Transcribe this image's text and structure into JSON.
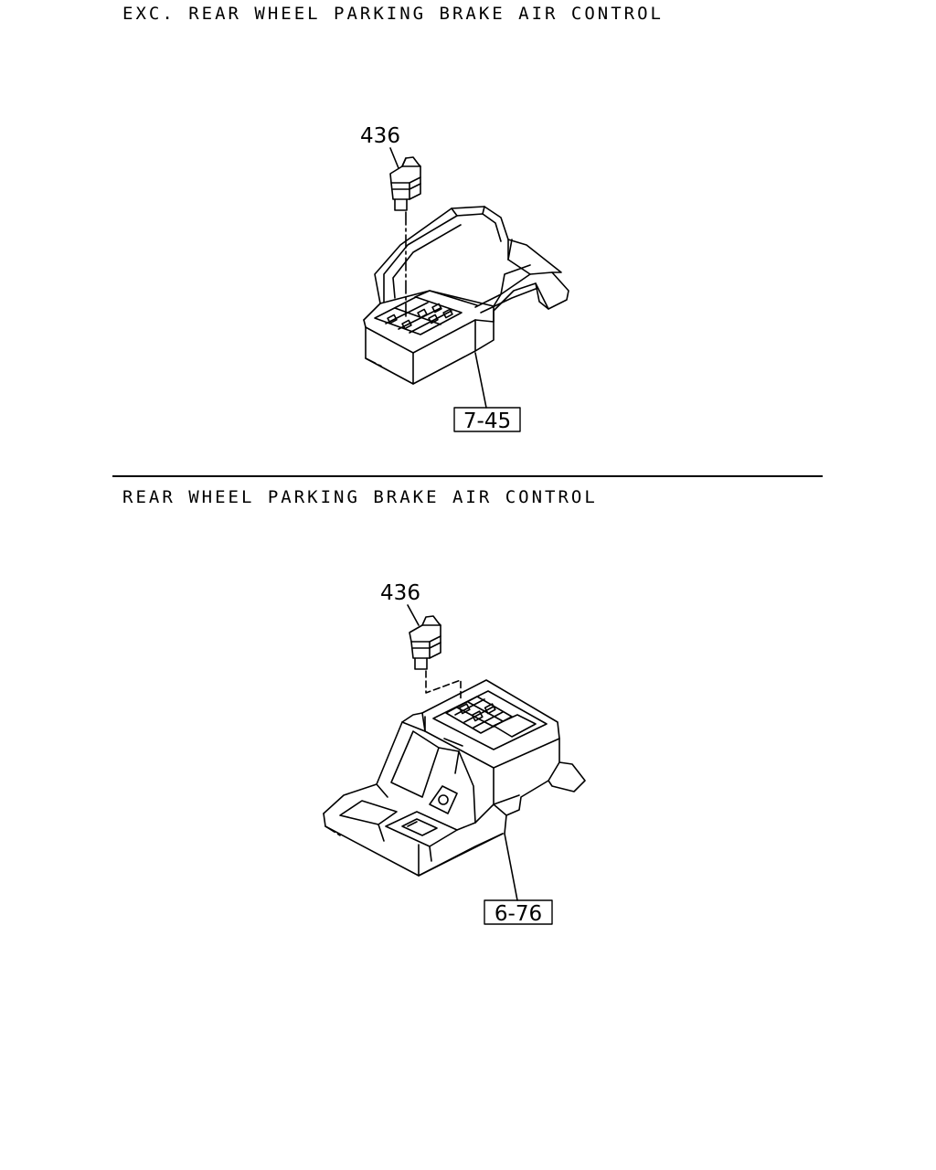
{
  "diagrams": [
    {
      "title": "EXC. REAR WHEEL PARKING BRAKE AIR CONTROL",
      "part_callout": "436",
      "reference_box": "7-45"
    },
    {
      "title": "REAR WHEEL PARKING BRAKE AIR CONTROL",
      "part_callout": "436",
      "reference_box": "6-76"
    }
  ],
  "colors": {
    "ink": "#000000",
    "background": "#ffffff"
  }
}
